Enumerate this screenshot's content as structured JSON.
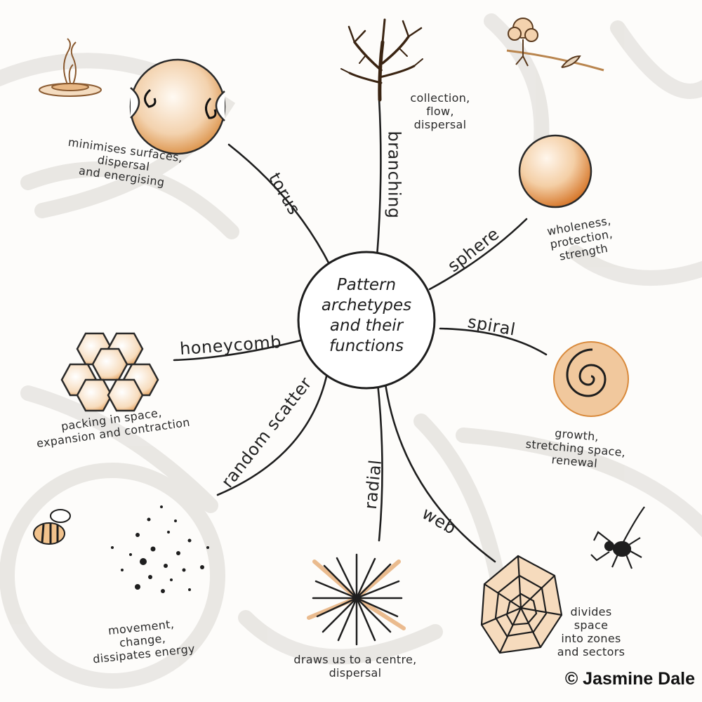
{
  "center": {
    "title": "Pattern\narchetypes\nand their\nfunctions"
  },
  "branches": {
    "torus": {
      "name": "torus",
      "functions": "minimises surfaces,\ndispersal\nand energising"
    },
    "branching": {
      "name": "branching",
      "functions": "collection,\nflow,\ndispersal"
    },
    "sphere": {
      "name": "sphere",
      "functions": "wholeness,\nprotection,\nstrength"
    },
    "spiral": {
      "name": "spiral",
      "functions": "growth,\nstretching space,\nrenewal"
    },
    "web": {
      "name": "web",
      "functions": "divides\nspace\ninto zones\nand sectors"
    },
    "radial": {
      "name": "radial",
      "functions": "draws us to a centre,\ndispersal"
    },
    "random_scatter": {
      "name": "random scatter",
      "functions": "movement,\nchange,\ndissipates energy"
    },
    "honeycomb": {
      "name": "honeycomb",
      "functions": "packing in space,\nexpansion and contraction"
    }
  },
  "credit": "© Jasmine Dale",
  "colors": {
    "ink": "#1e1e1e",
    "ochre": "#d98a3c",
    "ochre_light": "#f2c79a",
    "background_sketch": "#e4e2de"
  },
  "icons": [
    "fountain-icon",
    "tree-sprout-icon",
    "bee-icon",
    "spider-icon"
  ]
}
